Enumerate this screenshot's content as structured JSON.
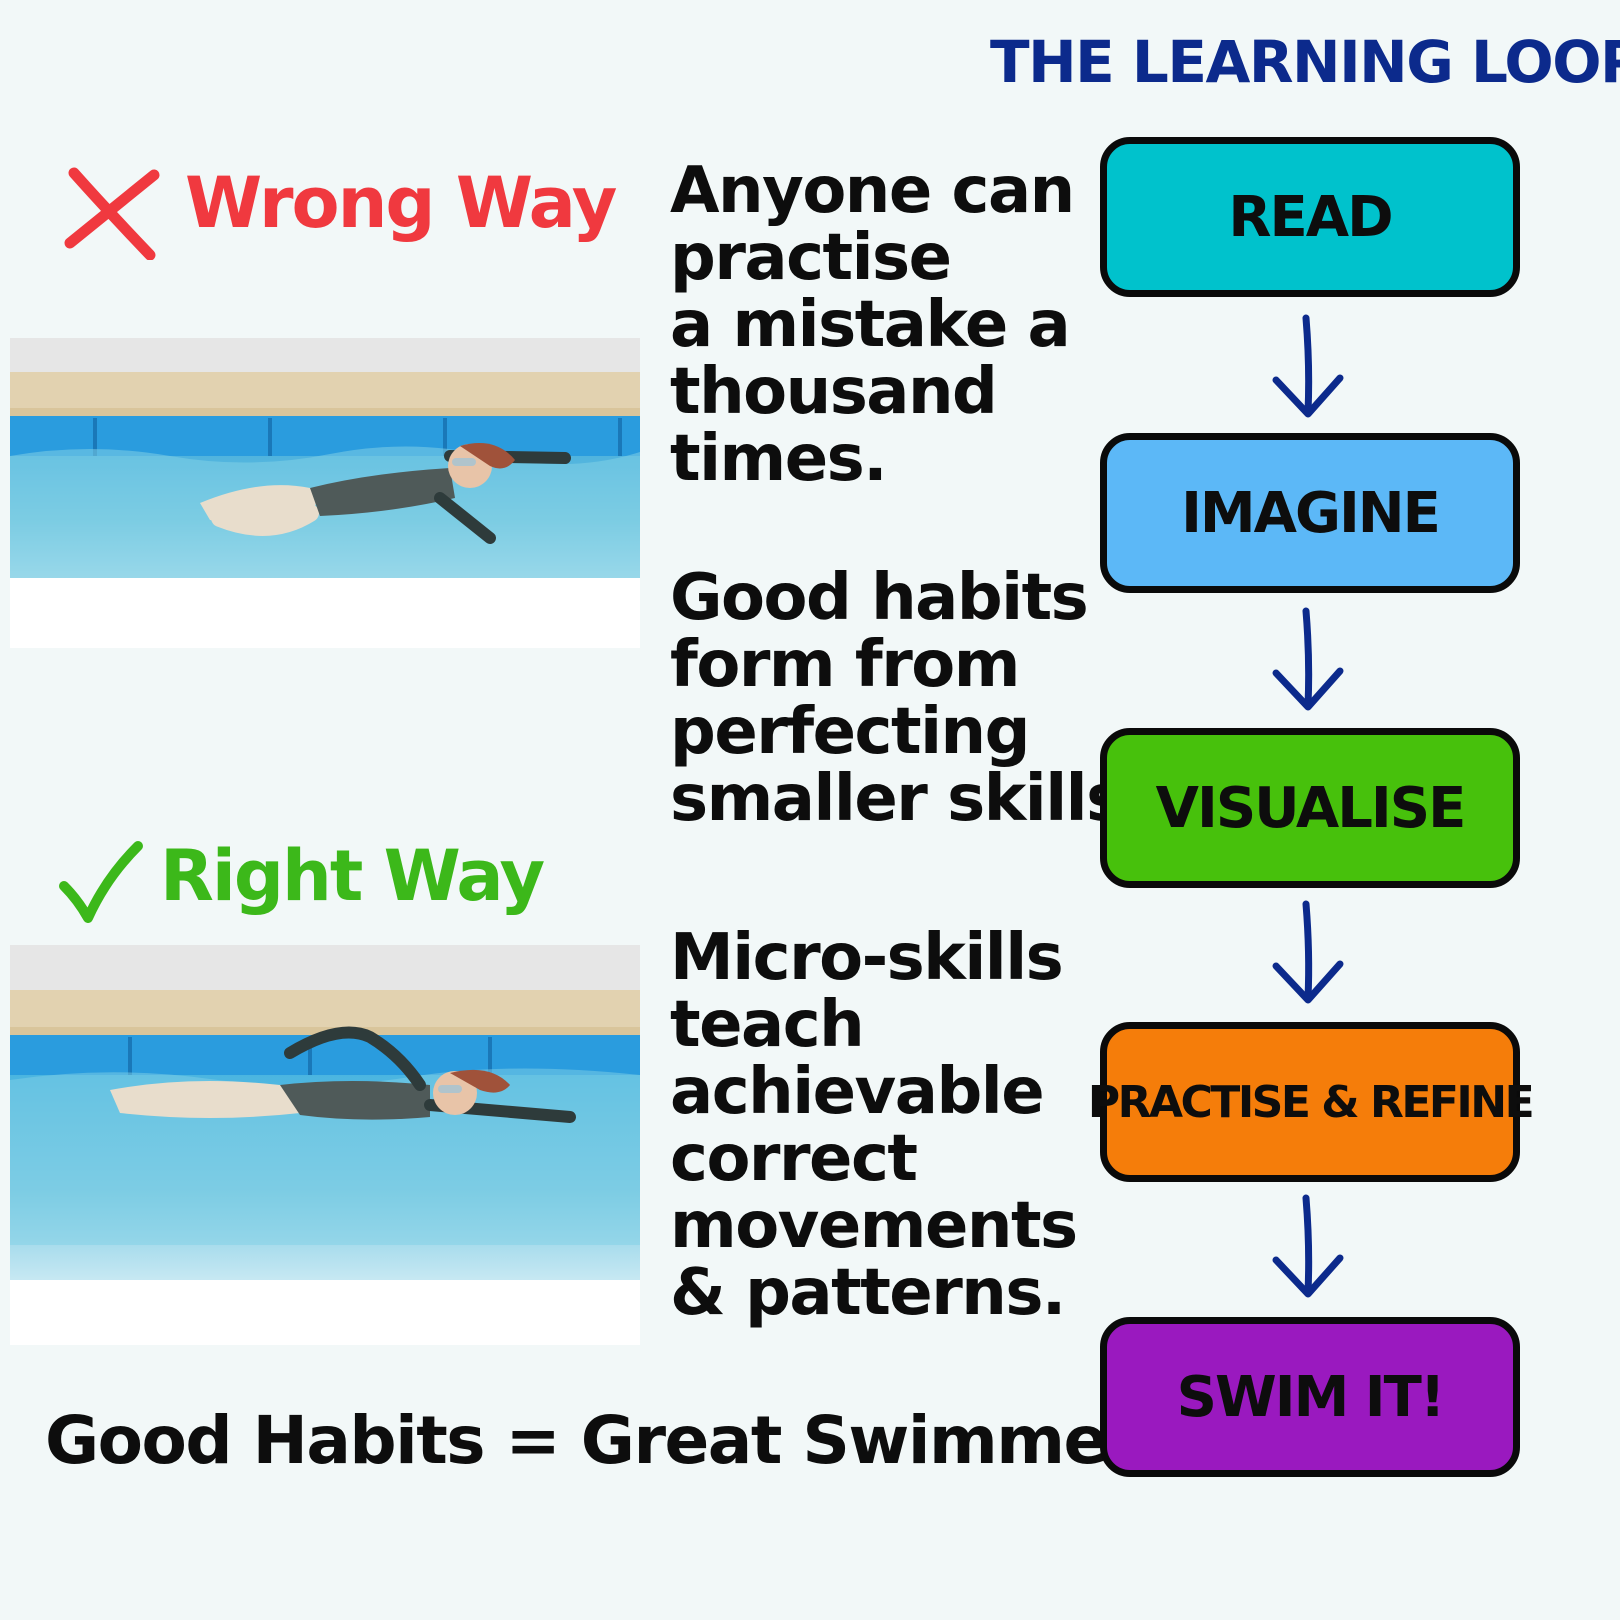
{
  "title": "THE LEARNING LOOP",
  "wrong": {
    "label": "Wrong Way",
    "icon": "cross-icon",
    "color": "#f0393f"
  },
  "right": {
    "label": "Right Way",
    "icon": "check-icon",
    "color": "#3cb81a"
  },
  "statements": [
    [
      "Anyone can",
      "practise",
      "a mistake a",
      "thousand",
      "times."
    ],
    [
      "Good habits",
      "form from",
      "perfecting",
      "smaller skills."
    ],
    [
      "Micro-skills",
      "teach",
      "achievable",
      "correct",
      "movements",
      "& patterns."
    ]
  ],
  "slogan": "Good Habits = Great Swimmers",
  "loop": [
    {
      "label": "READ",
      "color": "#00c2cc"
    },
    {
      "label": "IMAGINE",
      "color": "#5cb8f7"
    },
    {
      "label": "VISUALISE",
      "color": "#47c10c"
    },
    {
      "label": "PRACTISE & REFINE",
      "color": "#f57d0a"
    },
    {
      "label": "SWIM IT!",
      "color": "#9a19bf"
    }
  ],
  "arrow_color": "#0c2a8c",
  "images": [
    {
      "name": "pool-wrong-illustration",
      "content": "swimmer-head-raised"
    },
    {
      "name": "pool-right-illustration",
      "content": "swimmer-streamlined"
    }
  ]
}
